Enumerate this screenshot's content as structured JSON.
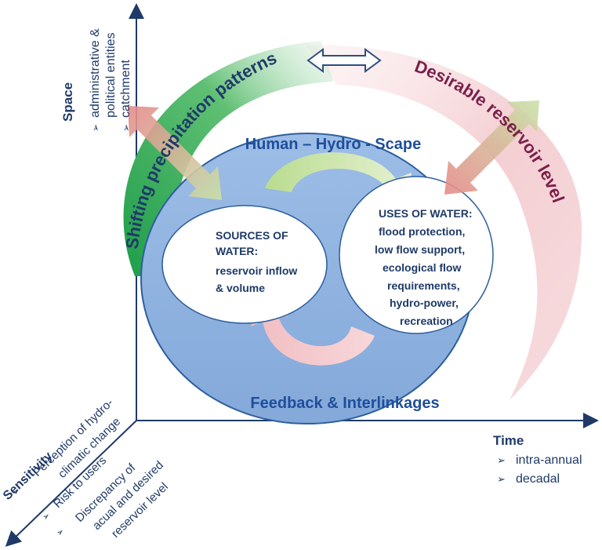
{
  "space_axis": {
    "title": "Space",
    "items": [
      "administrative &",
      "political entities",
      "catchment"
    ],
    "bullet": "➢"
  },
  "time_axis": {
    "title": "Time",
    "items": [
      "intra-annual",
      "decadal"
    ],
    "bullet": "➢"
  },
  "sensitivity_axis": {
    "title": "Sensitivity",
    "items": [
      "Perception of hydro-",
      "climatic change",
      "Risk to users",
      "Discrepancy of",
      "acual and desired",
      "reservoir level"
    ],
    "bullet": "➢"
  },
  "arcs": {
    "left_label": "Shifting precipitation patterns",
    "right_label": "Desirable reservoir level"
  },
  "oval": {
    "top_label": "Human – Hydro - Scape",
    "bottom_label": "Feedback & Interlinkages"
  },
  "sources": {
    "lines": [
      "SOURCES OF",
      "WATER:",
      "reservoir inflow",
      "& volume"
    ]
  },
  "uses": {
    "lines": [
      "USES OF WATER:",
      "flood protection,",
      "low flow support,",
      "ecological flow",
      "requirements,",
      "hydro-power,",
      "recreation"
    ]
  },
  "colors": {
    "axis": "#1f3a68",
    "oval_fill": "#8fb3e0",
    "oval_stroke": "#2e5f9e",
    "green_arc": "#1e9e4a",
    "pink_arc": "#f0c2c6",
    "text_dark": "#1f3a68"
  }
}
